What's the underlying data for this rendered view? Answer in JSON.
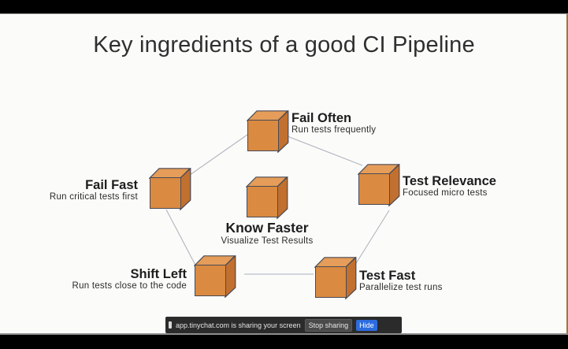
{
  "slide": {
    "title": "Key ingredients of a good CI Pipeline",
    "background_color": "#fbfbf9",
    "title_color": "#2f2f2f",
    "cube_front_color": "#da8a41",
    "cube_top_color": "#e59d59",
    "cube_side_color": "#c2702f",
    "cube_outline_color": "#4a4a55",
    "connector_color": "#a8adb8",
    "nodes": [
      {
        "id": "fail-often",
        "title": "Fail Often",
        "subtitle": "Run tests frequently",
        "label_position": "right"
      },
      {
        "id": "fail-fast",
        "title": "Fail Fast",
        "subtitle": "Run critical tests first",
        "label_position": "left"
      },
      {
        "id": "test-relevance",
        "title": "Test Relevance",
        "subtitle": "Focused micro tests",
        "label_position": "right"
      },
      {
        "id": "know-faster",
        "title": "Know Faster",
        "subtitle": "Visualize Test Results",
        "label_position": "below"
      },
      {
        "id": "shift-left",
        "title": "Shift Left",
        "subtitle": "Run tests close to the code",
        "label_position": "left"
      },
      {
        "id": "test-fast",
        "title": "Test Fast",
        "subtitle": "Parallelize test runs",
        "label_position": "right"
      }
    ]
  },
  "share_bar": {
    "message": "app.tinychat.com is sharing your screen",
    "stop_label": "Stop sharing",
    "hide_label": "Hide",
    "accent_color": "#2d6cdf",
    "background_color": "#2b2b2b"
  }
}
